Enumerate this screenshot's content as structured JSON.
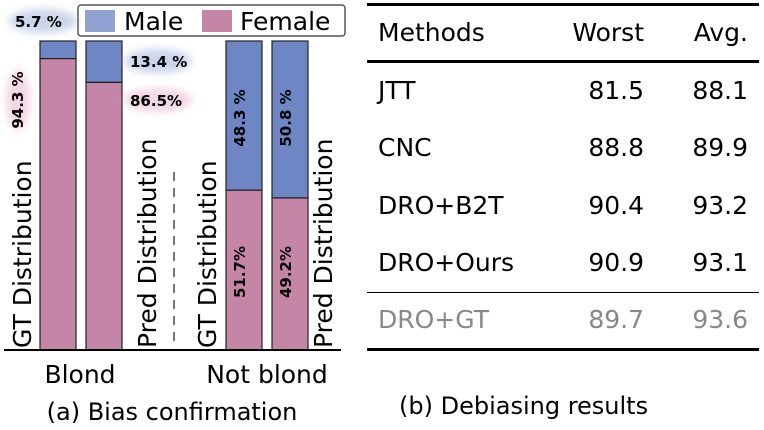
{
  "chart_data": {
    "type": "bar",
    "stacked": true,
    "legend": {
      "placement": "top",
      "entries": [
        {
          "name": "Male",
          "color": "#8fa2d1"
        },
        {
          "name": "Female",
          "color": "#c585a7"
        }
      ]
    },
    "colors": {
      "male": "#6f86c4",
      "female": "#c585a7"
    },
    "groups": [
      "Blond",
      "Not blond"
    ],
    "bar_labels": [
      "GT Distribution",
      "Pred Distribution"
    ],
    "bars": [
      {
        "group": "Blond",
        "label": "GT Distribution",
        "male": 5.7,
        "female": 94.3,
        "male_text": "5.7 %",
        "female_text": "94.3 %"
      },
      {
        "group": "Blond",
        "label": "Pred Distribution",
        "male": 13.4,
        "female": 86.5,
        "male_text": "13.4 %",
        "female_text": "86.5%"
      },
      {
        "group": "Not blond",
        "label": "GT Distribution",
        "male": 48.3,
        "female": 51.7,
        "male_text": "48.3 %",
        "female_text": "51.7%"
      },
      {
        "group": "Not blond",
        "label": "Pred Distribution",
        "male": 50.8,
        "female": 49.2,
        "male_text": "50.8 %",
        "female_text": "49.2%"
      }
    ],
    "ylim": [
      0,
      100
    ],
    "caption": "(a) Bias confirmation"
  },
  "table": {
    "headers": [
      "Methods",
      "Worst",
      "Avg."
    ],
    "rows": [
      [
        "JTT",
        "81.5",
        "88.1"
      ],
      [
        "CNC",
        "88.8",
        "89.9"
      ],
      [
        "DRO+B2T",
        "90.4",
        "93.2"
      ],
      [
        "DRO+Ours",
        "90.9",
        "93.1"
      ],
      [
        "DRO+GT",
        "89.7",
        "93.6"
      ]
    ],
    "caption": "(b) Debiasing results"
  }
}
